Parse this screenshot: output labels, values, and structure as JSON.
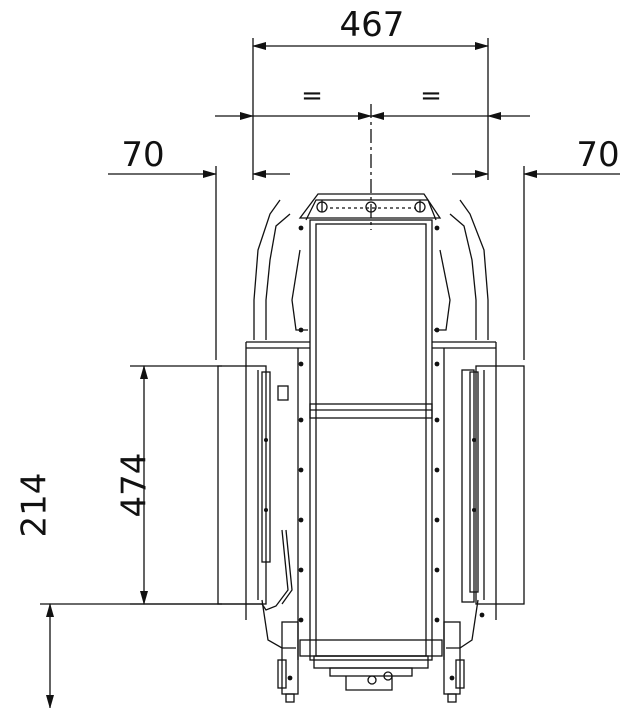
{
  "dimensions": {
    "overall_width": "467",
    "equal_left": "=",
    "equal_right": "=",
    "side_clearance_left": "70",
    "side_clearance_right": "70",
    "panel_height": "474",
    "floor_height": "214"
  },
  "colors": {
    "line": "#111111",
    "background": "#ffffff"
  }
}
